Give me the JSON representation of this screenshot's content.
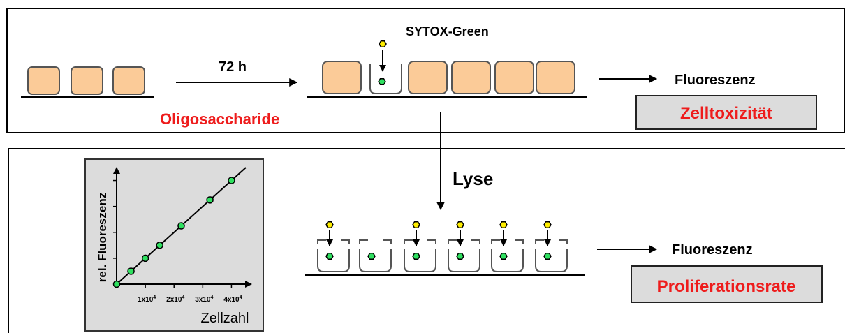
{
  "top": {
    "time_label": "72 h",
    "treatment_label": "Oligosaccharide",
    "dye_label": "SYTOX-Green",
    "readout_label": "Fluoreszenz",
    "result_label": "Zelltoxizität"
  },
  "bottom": {
    "lysis_label": "Lyse",
    "readout_label": "Fluoreszenz",
    "result_label": "Proliferationsrate"
  },
  "chart_data": {
    "type": "scatter",
    "xlabel": "Zellzahl",
    "ylabel": "rel. Fluoreszenz",
    "x_ticks": [
      {
        "base": "1x10",
        "exp": "4"
      },
      {
        "base": "2x10",
        "exp": "4"
      },
      {
        "base": "3x10",
        "exp": "4"
      },
      {
        "base": "4x10",
        "exp": "4"
      }
    ],
    "x": [
      0,
      5000,
      10000,
      15000,
      22500,
      32500,
      40000
    ],
    "y": [
      0,
      5000,
      10000,
      15000,
      22500,
      32500,
      40000
    ],
    "xlim": [
      0,
      45000
    ],
    "ylim": [
      0,
      45000
    ],
    "trendline": true
  },
  "colors": {
    "cell_fill": "#fbcb98",
    "accent_red": "#ee1c1c",
    "result_box": "#dcdcdc",
    "panel_bg": "#dcdcdc",
    "marker_green": "#2fe060",
    "dye_yellow": "#ffee00"
  }
}
